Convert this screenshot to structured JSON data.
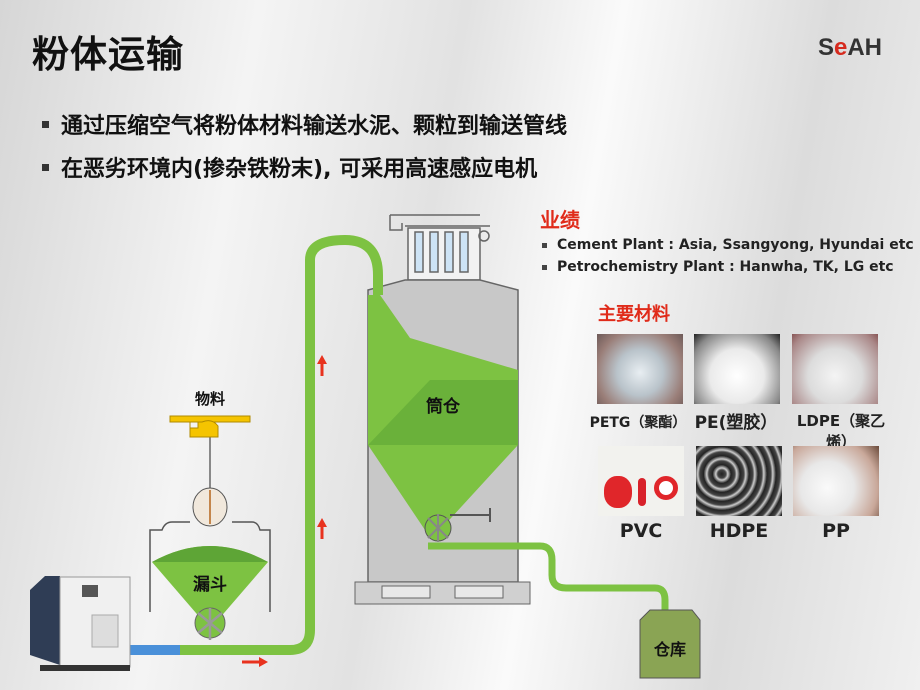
{
  "title": "粉体运输",
  "logo": {
    "prefix": "S",
    "e": "e",
    "suffix": "AH"
  },
  "bullets": [
    "通过压缩空气将粉体材料输送水泥、颗粒到输送管线",
    "在恶劣环境内(掺杂铁粉末), 可采用高速感应电机"
  ],
  "achievements": {
    "heading": "业绩",
    "items": [
      "Cement Plant : Asia, Ssangyong, Hyundai etc",
      "Petrochemistry Plant : Hanwha, TK, LG etc"
    ]
  },
  "materials": {
    "heading": "主要材料",
    "items": [
      {
        "label": "PETG（聚酯）",
        "image": "clear-granules-in-hand"
      },
      {
        "label": "PE(塑胶）",
        "image": "white-pellets"
      },
      {
        "label": "LDPE（聚乙烯）",
        "image": "white-pellets-pile"
      },
      {
        "label": "PVC",
        "image": "red-pvc-parts"
      },
      {
        "label": "HDPE",
        "image": "black-white-pellets"
      },
      {
        "label": "PP",
        "image": "clear-granules-in-hand"
      }
    ]
  },
  "diagram": {
    "material_label": "物料",
    "hopper_label": "漏斗",
    "silo_label": "筒仓",
    "warehouse_label": "仓库",
    "colors": {
      "green": "#7dc242",
      "dark_green": "#4f9a2a",
      "pipe_air": "#4a90d9",
      "arrow": "#e8321e",
      "valve": "#f5c400"
    }
  }
}
